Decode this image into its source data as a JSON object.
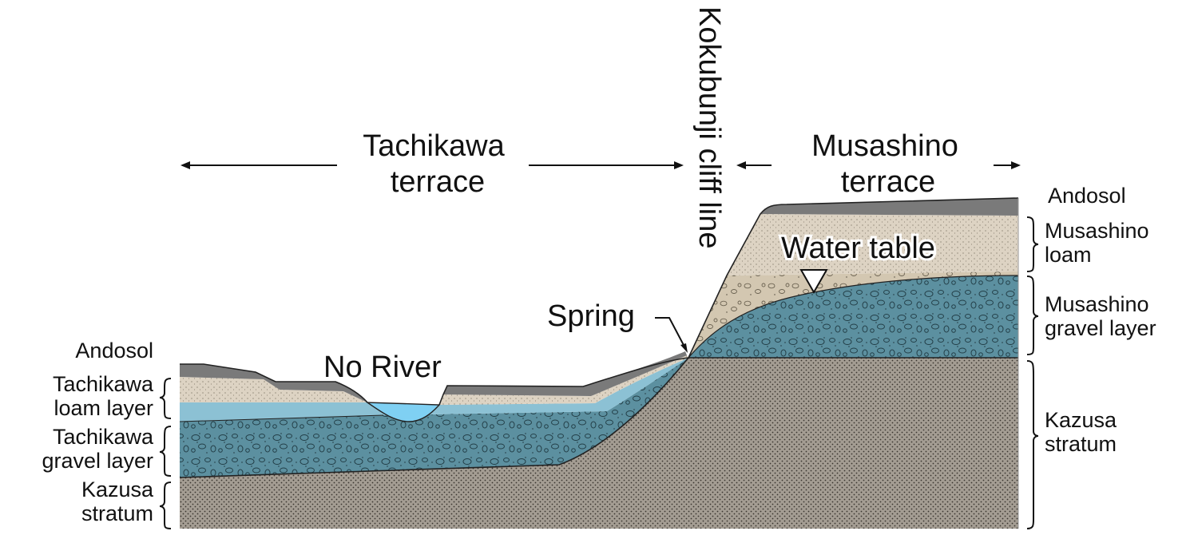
{
  "diagram": {
    "terraces": {
      "tachikawa": {
        "line1": "Tachikawa",
        "line2": "terrace"
      },
      "musashino": {
        "line1": "Musashino",
        "line2": "terrace"
      }
    },
    "cliff_line": "Kokubunji cliff line",
    "annotations": {
      "water_table": "Water table",
      "spring": "Spring",
      "no_river": "No River"
    },
    "left_layers": {
      "andosol": "Andosol",
      "loam": {
        "line1": "Tachikawa",
        "line2": "loam layer"
      },
      "gravel": {
        "line1": "Tachikawa",
        "line2": "gravel layer"
      },
      "kazusa": {
        "line1": "Kazusa",
        "line2": "stratum"
      }
    },
    "right_layers": {
      "andosol": "Andosol",
      "loam": {
        "line1": "Musashino",
        "line2": "loam"
      },
      "gravel": {
        "line1": "Musashino",
        "line2": "gravel layer"
      },
      "kazusa": {
        "line1": "Kazusa",
        "line2": "stratum"
      }
    },
    "colors": {
      "andosol": "#7a7a7a",
      "loam": "#ddd3c3",
      "gravel_saturated": "#5c90a0",
      "gravel_dry": "#d3c7b1",
      "kazusa": "#a49d93",
      "river": "#7fd0f3",
      "spring_flow": "#8cc1d4"
    }
  }
}
